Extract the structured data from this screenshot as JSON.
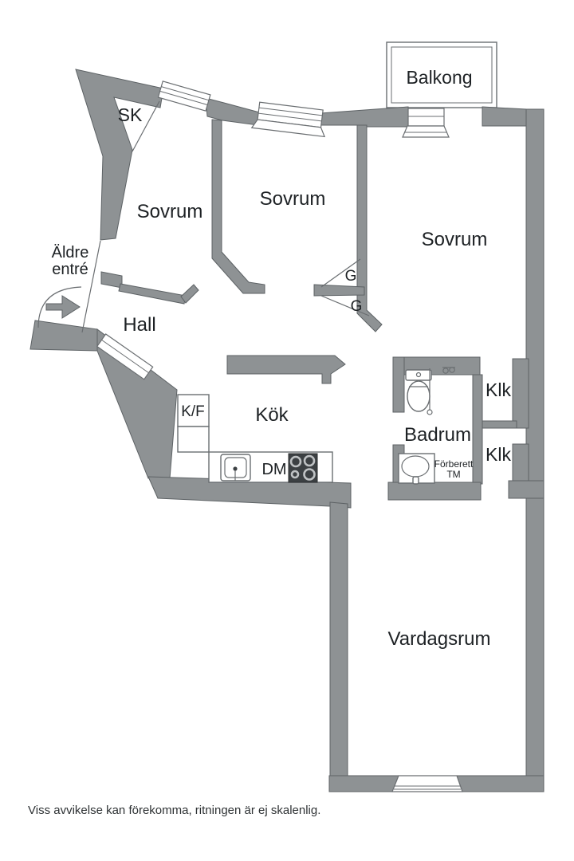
{
  "plan": {
    "labels": {
      "balkong": "Balkong",
      "sk": "SK",
      "sovrum_1": "Sovrum",
      "sovrum_2": "Sovrum",
      "sovrum_3": "Sovrum",
      "aldre_entre_line1": "Äldre",
      "aldre_entre_line2": "entré",
      "hall": "Hall",
      "kok": "Kök",
      "kf": "K/F",
      "dm": "DM",
      "badrum": "Badrum",
      "forberett_line1": "Förberett",
      "forberett_line2": "TM",
      "klk_upper": "Klk",
      "klk_lower": "Klk",
      "g_upper": "G",
      "g_lower": "G",
      "vardagsrum": "Vardagsrum"
    },
    "footnote": "Viss avvikelse kan förekomma, ritningen är ej skalenlig.",
    "colors": {
      "background": "#ffffff",
      "wall": "#8e9294",
      "wall_outline": "#5d6265",
      "text": "#1d2124",
      "stove": "#3c4043",
      "stove_ring": "#bfc2c4"
    }
  }
}
